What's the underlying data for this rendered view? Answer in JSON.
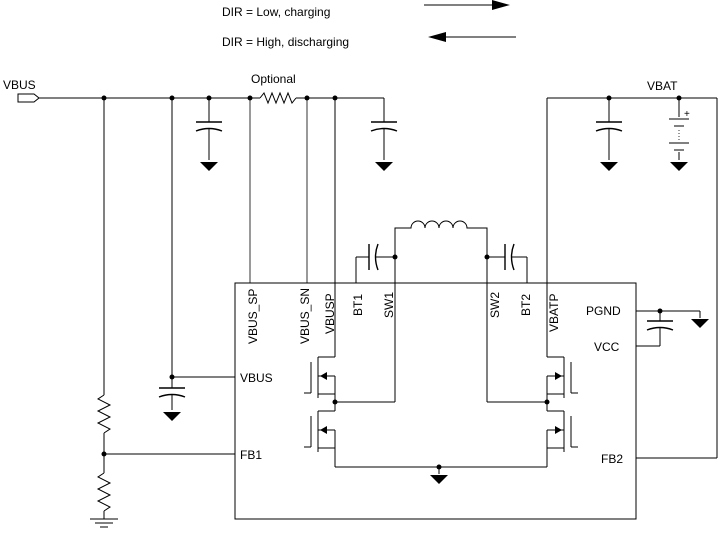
{
  "legend": {
    "charging": "DIR = Low, charging",
    "discharging": "DIR = High, discharging"
  },
  "nets": {
    "vbus_input": "VBUS",
    "vbat": "VBAT",
    "optional": "Optional"
  },
  "pins": {
    "vbus_sp": "VBUS_SP",
    "vbus_sn": "VBUS_SN",
    "vbusp": "VBUSP",
    "bt1": "BT1",
    "sw1": "SW1",
    "sw2": "SW2",
    "bt2": "BT2",
    "vbatp": "VBATP",
    "pgnd": "PGND",
    "vcc": "VCC",
    "vbus": "VBUS",
    "fb1": "FB1",
    "fb2": "FB2"
  },
  "battery_polarity": "+"
}
